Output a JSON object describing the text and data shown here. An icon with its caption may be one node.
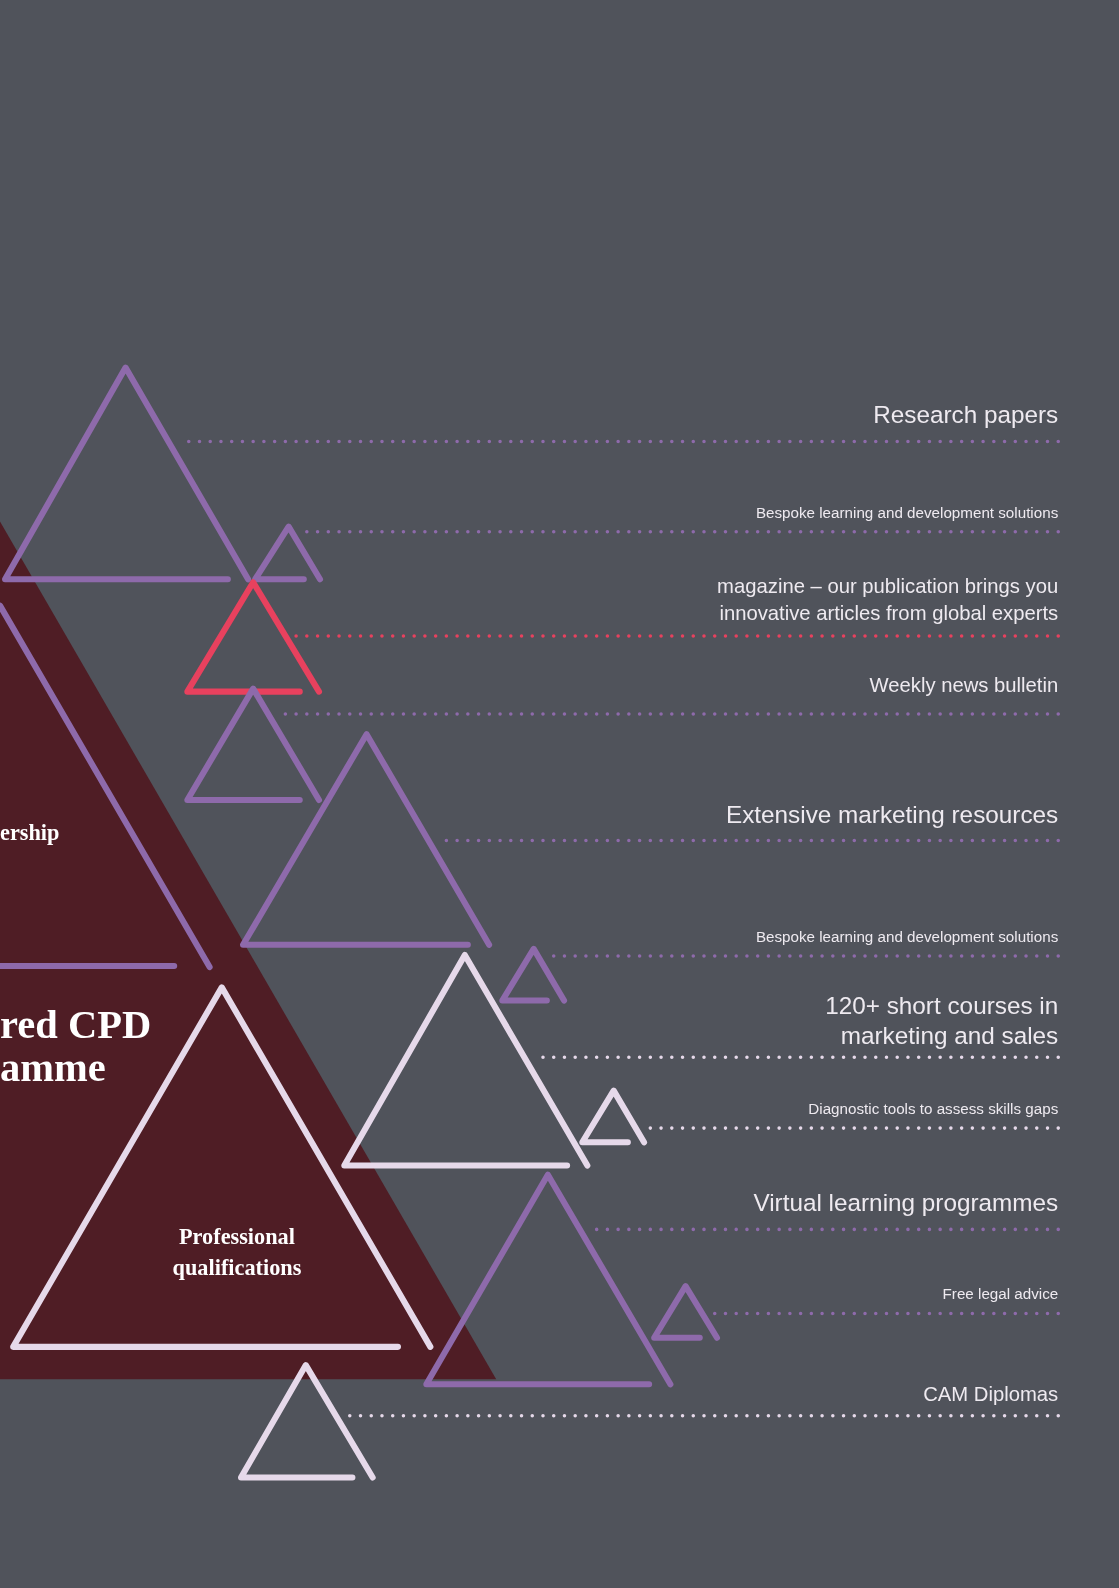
{
  "diagram": {
    "nodes": [
      {
        "text": [
          "red CPD amme"
        ]
      },
      {
        "text": [
          "ership"
        ],
        "in": 0
      },
      {
        "text": [
          "Professional qualifications"
        ],
        "in": 0
      },
      {
        "text": [],
        "shape": "triangle"
      },
      {
        "text": [],
        "shape": "triangle"
      },
      {
        "text": [],
        "shape": "triangle"
      },
      {
        "text": [],
        "shape": "triangle"
      },
      {
        "text": [],
        "shape": "triangle"
      },
      {
        "text": [],
        "shape": "triangle"
      },
      {
        "text": [],
        "shape": "triangle"
      },
      {
        "text": [],
        "shape": "triangle"
      },
      {
        "text": [],
        "shape": "triangle"
      },
      {
        "text": [],
        "shape": "triangle"
      },
      {
        "text": [],
        "shape": "triangle"
      },
      {
        "text": [
          "Research papers"
        ]
      },
      {
        "text": [
          "Bespoke learning and development solutions"
        ]
      },
      {
        "text": [
          "magazine – our publication brings you innovative articles from global experts"
        ]
      },
      {
        "text": [
          "Weekly news bulletin"
        ]
      },
      {
        "text": [
          "Extensive marketing resources"
        ]
      },
      {
        "text": [
          "Bespoke learning and development solutions"
        ]
      },
      {
        "text": [
          "120+ short courses in marketing and sales"
        ]
      },
      {
        "text": [
          "Diagnostic tools to assess skills gaps"
        ]
      },
      {
        "text": [
          "Virtual learning programmes"
        ]
      },
      {
        "text": [
          "Free legal advice"
        ]
      },
      {
        "text": [
          "CAM Diplomas"
        ]
      }
    ],
    "edges": [
      {
        "from": 14,
        "to": 3,
        "arrow": "none"
      },
      {
        "from": 15,
        "to": 4,
        "arrow": "none"
      },
      {
        "from": 16,
        "to": 5,
        "arrow": "none",
        "color": "#e8415e"
      },
      {
        "from": 17,
        "to": 6,
        "arrow": "none"
      },
      {
        "from": 18,
        "to": 7,
        "arrow": "none"
      },
      {
        "from": 19,
        "to": 8,
        "arrow": "none"
      },
      {
        "from": 20,
        "to": 9,
        "arrow": "none",
        "color": "#e6d9ea"
      },
      {
        "from": 21,
        "to": 10,
        "arrow": "none",
        "color": "#e6d9ea"
      },
      {
        "from": 22,
        "to": 11,
        "arrow": "none"
      },
      {
        "from": 23,
        "to": 12,
        "arrow": "none"
      },
      {
        "from": 24,
        "to": 13,
        "arrow": "none",
        "color": "#e6d9ea"
      }
    ]
  }
}
